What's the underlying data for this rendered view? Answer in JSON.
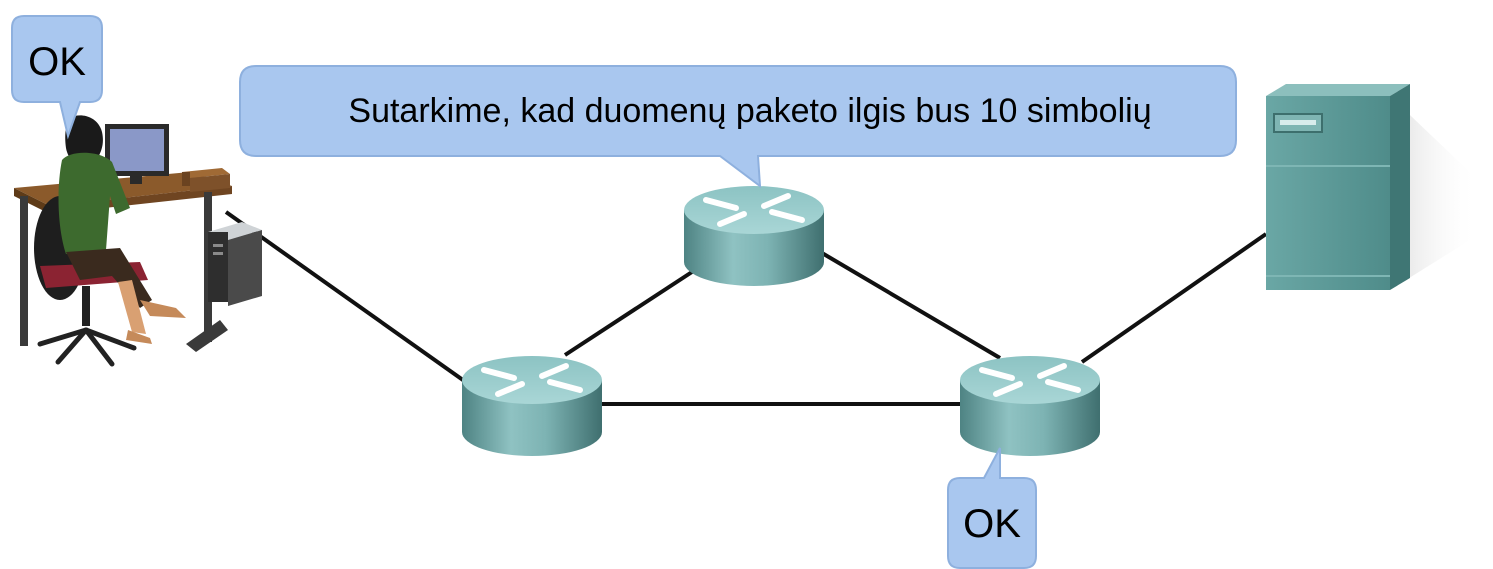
{
  "bubbles": {
    "workstation": {
      "text": "OK"
    },
    "message": {
      "text": "Sutarkime, kad duomenų paketo ilgis bus 10 simbolių"
    },
    "router_right": {
      "text": "OK"
    }
  },
  "colors": {
    "bubble_fill": "#a9c7ef",
    "bubble_stroke": "#8eb0de",
    "link": "#111111",
    "router_top": "#9ecfcf",
    "router_side": "#5f9494",
    "server_front": "#5b9896",
    "server_side": "#3f7674"
  },
  "icons": [
    "workstation-user-icon",
    "router-icon",
    "server-icon"
  ]
}
